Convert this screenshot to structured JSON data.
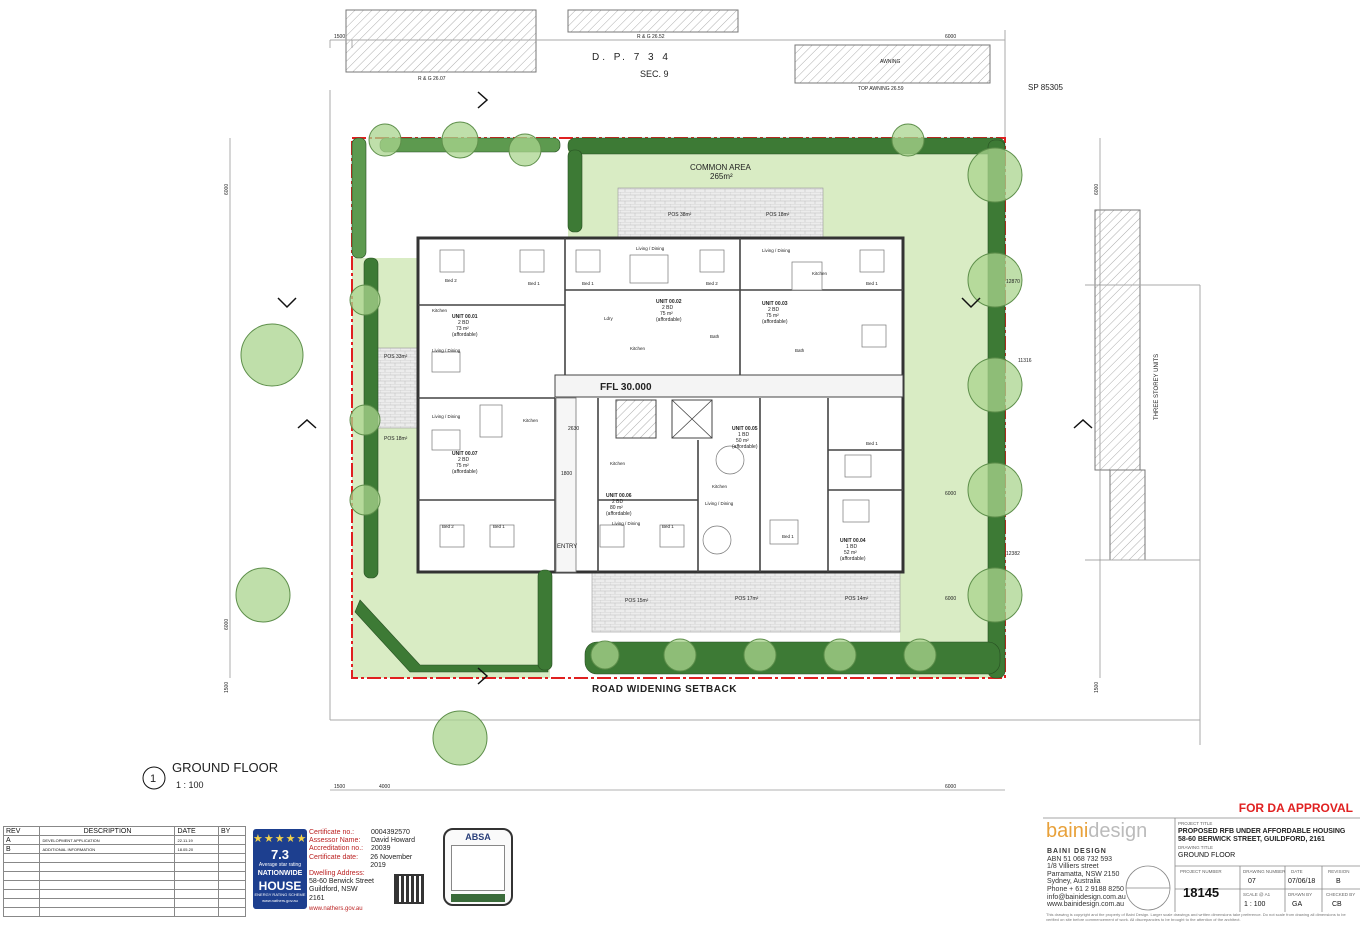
{
  "drawing": {
    "title": "GROUND FLOOR",
    "view_number": "1",
    "scale": "1 : 100",
    "status": "FOR DA APPROVAL"
  },
  "plan": {
    "lot_label": "D.  P.  7  3  4",
    "section": "SEC. 9",
    "sp_label": "SP 85305",
    "rg_top": "R & G 26.52",
    "rg_left": "R & G 26.07",
    "awning": "AWNING",
    "top_awning": "TOP AWNING 26.59",
    "common_area": "COMMON AREA",
    "common_area_size": "265m²",
    "ffl": "FFL 30.000",
    "road_setback": "ROAD WIDENING SETBACK",
    "neighbour": "THREE STOREY UNITS",
    "entry": "ENTRY",
    "dims": {
      "top_left": "1500",
      "top_right": "6000",
      "left_upper": "6000",
      "left_lower": "6000",
      "left_bottom": "1500",
      "right_upper": "6000",
      "right_bottom": "1500",
      "right_mid1": "6000",
      "right_mid2": "6000",
      "bottom_1": "1500",
      "bottom_2": "4000",
      "bottom_3": "6000",
      "corridor1": "2630",
      "corridor2": "1800",
      "r1": "12870",
      "r2": "11316",
      "r3": "12382"
    },
    "pos": [
      "POS 33m²",
      "POS 18m²",
      "POS 38m²",
      "POS 18m²",
      "POS 15m²",
      "POS 17m²",
      "POS 14m²"
    ],
    "units": [
      {
        "name": "UNIT 00.01",
        "beds": "2 BD",
        "area": "73 m²",
        "type": "(affordable)"
      },
      {
        "name": "UNIT 00.02",
        "beds": "2 BD",
        "area": "75 m²",
        "type": "(affordable)"
      },
      {
        "name": "UNIT 00.03",
        "beds": "2 BD",
        "area": "75 m²",
        "type": "(affordable)"
      },
      {
        "name": "UNIT 00.07",
        "beds": "2 BD",
        "area": "75 m²",
        "type": "(affordable)"
      },
      {
        "name": "UNIT 00.06",
        "beds": "2 BD",
        "area": "80 m²",
        "type": "(affordable)"
      },
      {
        "name": "UNIT 00.05",
        "beds": "1 BD",
        "area": "50 m²",
        "type": "(affordable)"
      },
      {
        "name": "UNIT 00.04",
        "beds": "1 BD",
        "area": "52 m²",
        "type": "(affordable)"
      }
    ],
    "rooms": {
      "bed1": "Bed 1",
      "bed2": "Bed 2",
      "living": "Living / Dining",
      "kitchen": "Kitchen",
      "bath": "Bath",
      "ldry": "Ldry"
    }
  },
  "revisions": {
    "headers": [
      "REV",
      "DESCRIPTION",
      "DATE",
      "BY"
    ],
    "rows": [
      [
        "A",
        "DEVELOPMENT APPLICATION",
        "22.11.19",
        ""
      ],
      [
        "B",
        "ADDITIONAL INFORMATION",
        "18.05.20",
        ""
      ]
    ]
  },
  "nathers": {
    "score": "7.3",
    "badge_small": "Average star rating",
    "badge_big1": "NATIONWIDE",
    "badge_big2": "HOUSE",
    "badge_sub": "ENERGY RATING SCHEME",
    "badge_url": "www.nathers.gov.au",
    "cert_no_label": "Certificate no.:",
    "cert_no": "0004392570",
    "assessor_label": "Assessor Name:",
    "assessor": "David Howard",
    "accred_label": "Accreditation no.:",
    "accred": "20039",
    "date_label": "Certificate date:",
    "date": "26 November 2019",
    "address_label": "Dwelling Address:",
    "address1": "58-60 Berwick Street",
    "address2": "Guildford, NSW",
    "address3": "2161",
    "url": "www.nathers.gov.au"
  },
  "absa": {
    "label": "ABSA"
  },
  "title_block": {
    "logo_main": "baini",
    "logo_sub": "design",
    "firm_name": "BAINI DESIGN",
    "firm_abn": "ABN 51 068 732 593",
    "firm_addr1": "1/8 Villiers street",
    "firm_addr2": "Parramatta, NSW 2150",
    "firm_addr3": "Sydney, Australia",
    "firm_phone": "Phone + 61 2 9188 8250",
    "firm_email": "info@bainidesign.com.au",
    "firm_web": "www.bainidesign.com.au",
    "project_title_label": "PROJECT TITLE",
    "project_title_1": "PROPOSED RFB UNDER AFFORDABLE HOUSING",
    "project_title_2": "58-60 BERWICK STREET, GUILDFORD, 2161",
    "drawing_title_label": "DRAWING TITLE",
    "drawing_title": "GROUND FLOOR",
    "project_number_label": "PROJECT NUMBER",
    "project_number": "18145",
    "drawing_number_label": "DRAWING NUMBER",
    "drawing_number": "07",
    "date_label": "DATE",
    "date": "07/06/18",
    "revision_label": "REVISION",
    "revision": "B",
    "scale_label": "SCALE @ A1",
    "scale": "1 : 100",
    "drawn_label": "DRAWN BY",
    "drawn": "GA",
    "checked_label": "CHECKED BY",
    "checked": "CB",
    "disclaimer": "This drawing is copyright and the property of Baini Design. Larger scale drawings and written dimensions take preference. Do not scale from drawing all dimensions to be verified on site before commencement of work. All discrepancies to be brought to the attention of the architect."
  },
  "colors": {
    "lawn": "#d9ecc4",
    "hedge": "#3d7a35",
    "tree": "#a9d48e",
    "boundary": "#e02020",
    "paving": "#e8e8e8",
    "wall": "#333333"
  }
}
